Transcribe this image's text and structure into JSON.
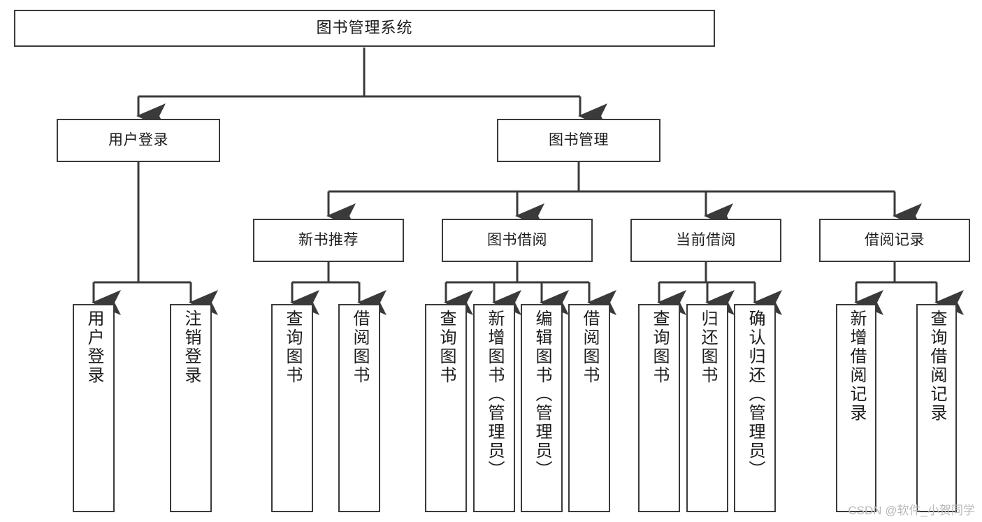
{
  "diagram": {
    "title": "图书管理系统",
    "type": "tree-hierarchy-chart",
    "watermark": "CSDN @软件_小贺同学",
    "colors": {
      "box_border": "#3a3a3a",
      "box_fill": "#ffffff",
      "connector": "#3a3a3a",
      "text": "#1b1b1b",
      "watermark": "#b9b9b9"
    },
    "levels": {
      "root": "图书管理系统",
      "level2": [
        "用户登录",
        "图书管理"
      ],
      "level3": [
        "新书推荐",
        "图书借阅",
        "当前借阅",
        "借阅记录"
      ]
    },
    "nodes": {
      "root": {
        "label": "图书管理系统"
      },
      "user_login": {
        "label": "用户登录"
      },
      "book_mgmt": {
        "label": "图书管理"
      },
      "new_book_rec": {
        "label": "新书推荐"
      },
      "book_borrow": {
        "label": "图书借阅"
      },
      "current_borrow": {
        "label": "当前借阅"
      },
      "borrow_record": {
        "label": "借阅记录"
      },
      "leaf_user_login": {
        "label": "用户登录"
      },
      "leaf_logout": {
        "label": "注销登录"
      },
      "leaf_query_book_1": {
        "label": "查询图书"
      },
      "leaf_borrow_book_1": {
        "label": "借阅图书"
      },
      "leaf_query_book_2": {
        "label": "查询图书"
      },
      "leaf_add_book": {
        "label": "新增图书（管理员）"
      },
      "leaf_edit_book": {
        "label": "编辑图书（管理员）"
      },
      "leaf_borrow_book_2": {
        "label": "借阅图书"
      },
      "leaf_query_book_3": {
        "label": "查询图书"
      },
      "leaf_return_book": {
        "label": "归还图书"
      },
      "leaf_confirm_return": {
        "label": "确认归还（管理员）"
      },
      "leaf_add_record": {
        "label": "新增借阅记录"
      },
      "leaf_query_record": {
        "label": "查询借阅记录"
      }
    }
  }
}
